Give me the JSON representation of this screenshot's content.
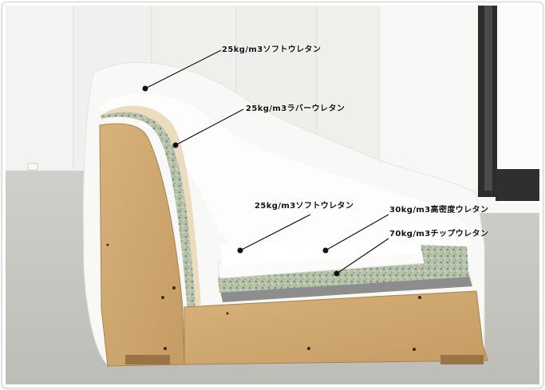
{
  "labels": {
    "top_soft": "25kg/m3ソフトウレタン",
    "rubber": "25kg/m3ラバーウレタン",
    "seat_soft": "25kg/m3ソフトウレタン",
    "high_density": "30kg/m3高密度ウレタン",
    "chip": "70kg/m3チップウレタン"
  }
}
